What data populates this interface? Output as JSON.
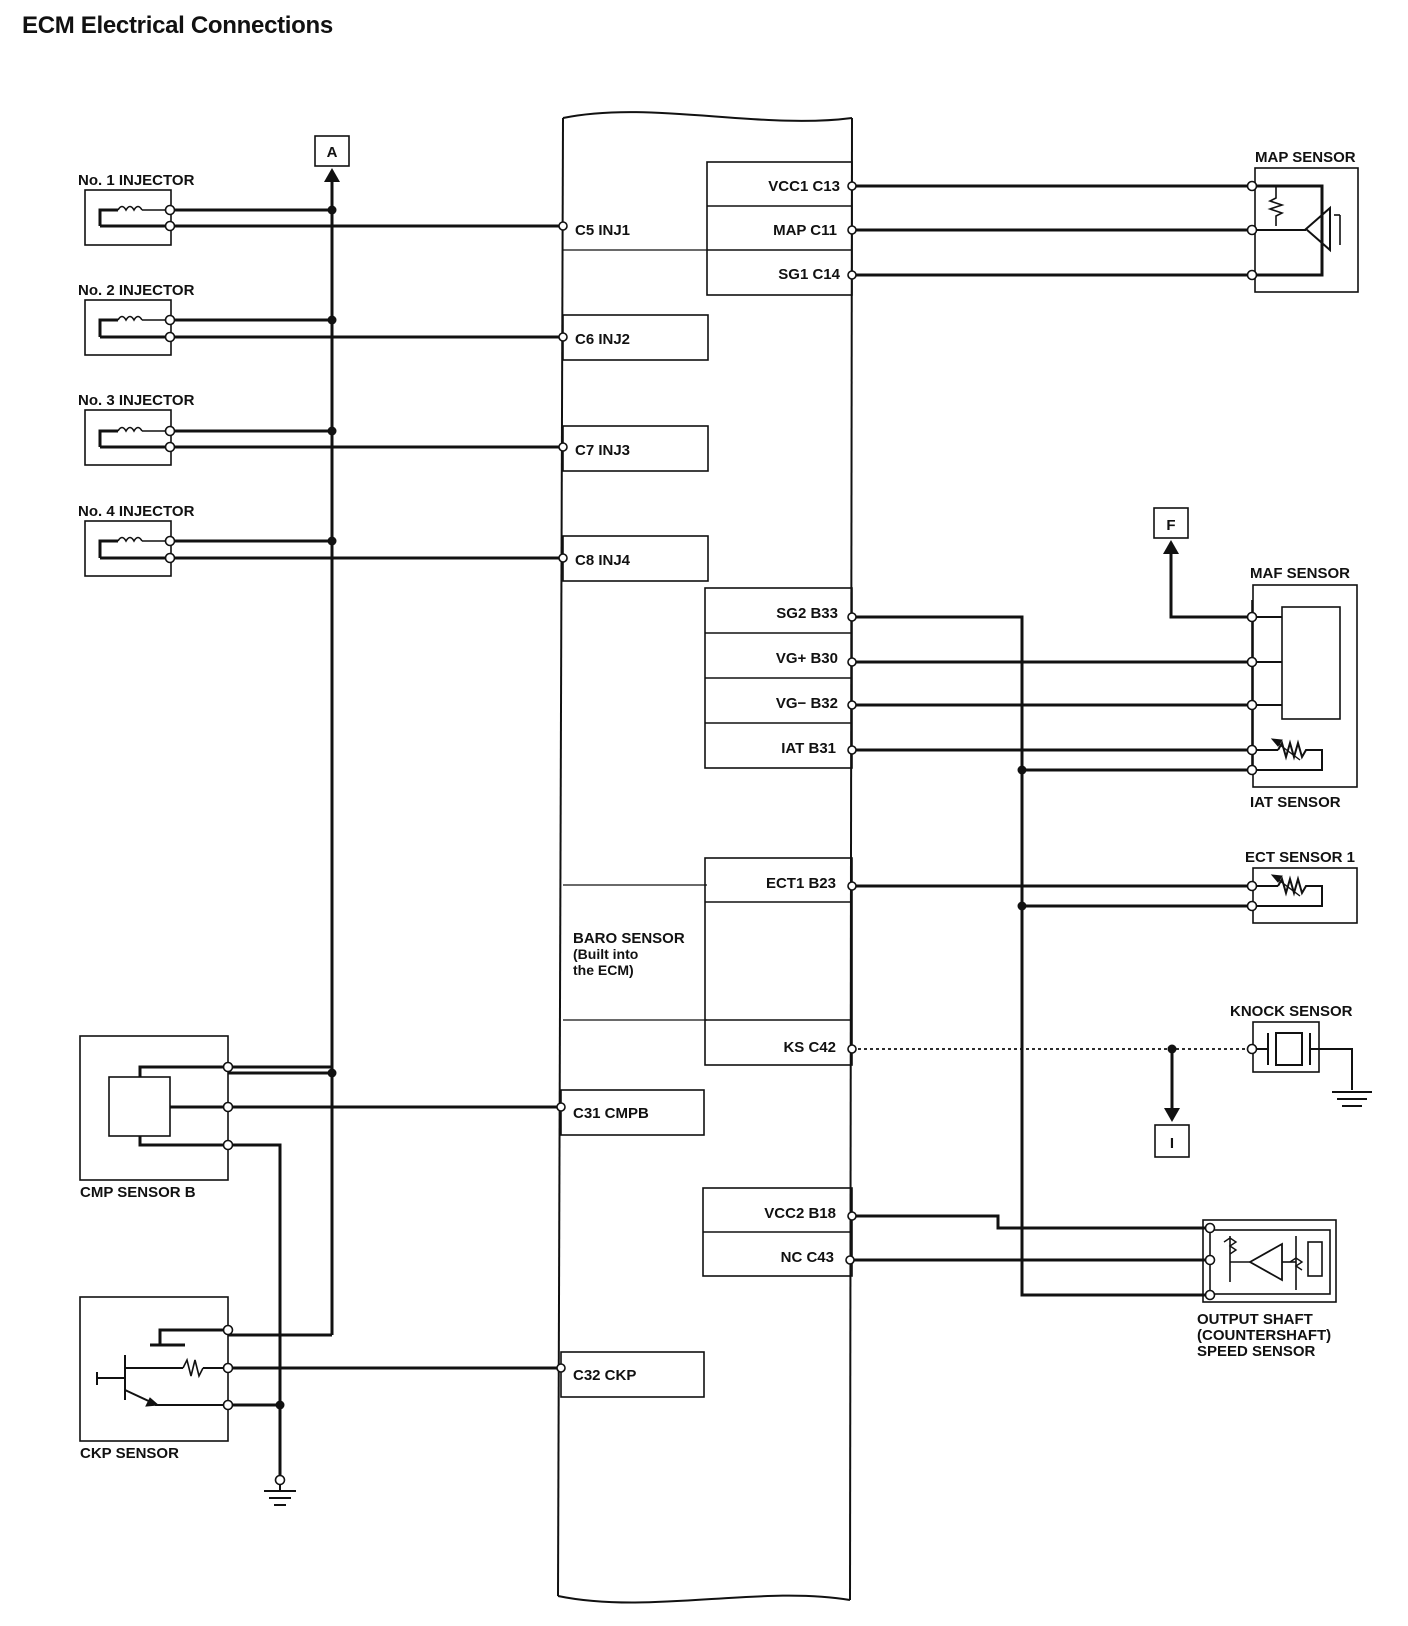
{
  "title": "ECM Electrical Connections",
  "connectors": {
    "A": "A",
    "F": "F",
    "I": "I"
  },
  "components": {
    "inj1": "No. 1 INJECTOR",
    "inj2": "No. 2 INJECTOR",
    "inj3": "No. 3 INJECTOR",
    "inj4": "No. 4 INJECTOR",
    "map": "MAP SENSOR",
    "maf": "MAF SENSOR",
    "iat": "IAT SENSOR",
    "ect": "ECT SENSOR 1",
    "knock": "KNOCK SENSOR",
    "cmp": "CMP SENSOR B",
    "ckp": "CKP SENSOR",
    "oss1": "OUTPUT SHAFT",
    "oss2": "(COUNTERSHAFT)",
    "oss3": "SPEED SENSOR",
    "baro1": "BARO SENSOR",
    "baro2": "(Built into",
    "baro3": "the ECM)"
  },
  "pins": {
    "c5": "C5 INJ1",
    "c6": "C6 INJ2",
    "c7": "C7 INJ3",
    "c8": "C8 INJ4",
    "c31": "C31 CMPB",
    "c32": "C32 CKP",
    "c13": "VCC1 C13",
    "c11": "MAP C11",
    "c14": "SG1 C14",
    "b33": "SG2 B33",
    "b30": "VG+ B30",
    "b32": "VG− B32",
    "b31": "IAT B31",
    "b23": "ECT1 B23",
    "c42": "KS C42",
    "b18": "VCC2 B18",
    "c43": "NC C43"
  }
}
